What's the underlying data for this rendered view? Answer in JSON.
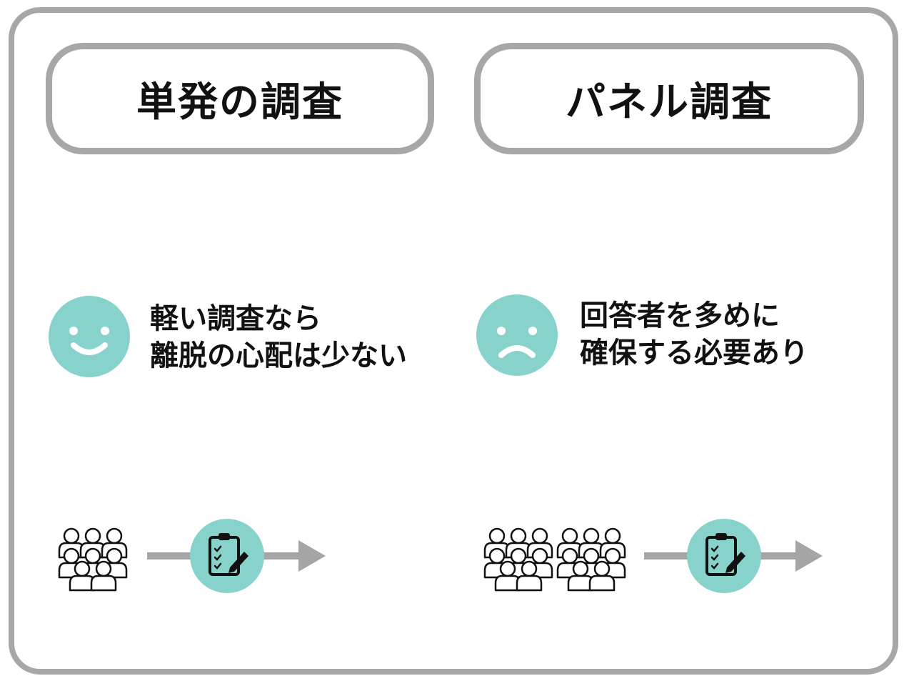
{
  "panels": [
    {
      "title": "単発の調査",
      "face": "smile-face-icon",
      "message_lines": [
        "軽い調査なら",
        "離脱の心配は少ない"
      ]
    },
    {
      "title": "パネル調査",
      "face": "frown-face-icon",
      "message_lines": [
        "回答者を多めに",
        "確保する必要あり"
      ]
    }
  ],
  "colors": {
    "frame": "#a7a7a7",
    "accent": "#88d2cc",
    "arrow": "#a5a5a5",
    "text": "#111111"
  },
  "icons": {
    "people": "group-of-people-icon",
    "survey": "clipboard-checklist-icon",
    "arrow": "arrow-right-icon"
  }
}
